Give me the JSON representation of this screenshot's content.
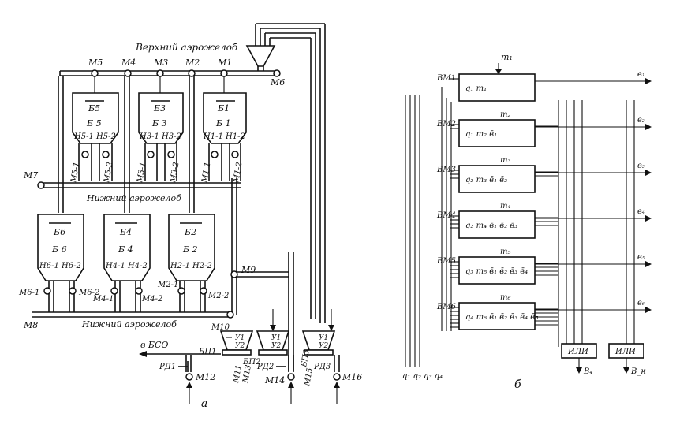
{
  "left_diagram": {
    "upper_trough": "Верхний аэрожелоб",
    "lower_trough_mid": "Нижний  аэрожелоб",
    "lower_trough_bottom": "Нижний  аэрожелоб",
    "to_bso": "в БСО",
    "caption": "а",
    "motors_top": [
      "М5",
      "М4",
      "М3",
      "М2",
      "М1"
    ],
    "motor_m6": "М6",
    "motor_m7": "М7",
    "motor_m8": "М8",
    "motor_m9": "М9",
    "motor_m10": "М10",
    "motor_m11": "М11",
    "motor_m13": "М13",
    "motor_m12": "М12",
    "motor_m14": "М14",
    "motor_m15": "М15",
    "motor_m16": "М16",
    "upper_bins": [
      {
        "top": "Б5",
        "mid": "Б 5",
        "valves": "Н5-1 Н5-2",
        "pipe1": "М5-1",
        "pipe2": "М5-2"
      },
      {
        "top": "Б3",
        "mid": "Б 3",
        "valves": "Н3-1 Н3-2",
        "pipe1": "М3-1",
        "pipe2": "М3-2"
      },
      {
        "top": "Б1",
        "mid": "Б 1",
        "valves": "Н1-1 Н1-2",
        "pipe1": "М1-1",
        "pipe2": "М1-2"
      }
    ],
    "lower_bins": [
      {
        "top": "Б6",
        "mid": "Б 6",
        "valves": "Н6-1 Н6-2",
        "m_left": "М6-1",
        "m_right": "М6-2"
      },
      {
        "top": "Б4",
        "mid": "Б 4",
        "valves": "Н4-1 Н4-2",
        "m_left": "М4-1",
        "m_right": "М4-2"
      },
      {
        "top": "Б2",
        "mid": "Б 2",
        "valves": "Н2-1 Н2-2",
        "m_left": "М2-1",
        "m_right": "М2-2"
      }
    ],
    "dosers": [
      {
        "name": "БП1",
        "u1": "У1",
        "u2": "У2",
        "rd": "РД1"
      },
      {
        "name": "БП2",
        "u1": "У1",
        "u2": "У2",
        "rd": "РД2"
      },
      {
        "name": "БП3",
        "u1": "У1",
        "u2": "У2",
        "rd": "РД3"
      }
    ]
  },
  "right_diagram": {
    "caption": "б",
    "input_top": "m₁",
    "inputs_bottom": "q₁ q₂ q₃ q₄",
    "blocks": [
      {
        "label": "ВМ1",
        "formula": "q₁ m₁",
        "m_in": "m₁",
        "b_out": "в₁"
      },
      {
        "label": "ВМ2",
        "formula": "q₁ m₂ в̄₁",
        "m_in": "m₂",
        "b_out": "в₂"
      },
      {
        "label": "ВМ3",
        "formula": "q₂ m₃ в̄₁ в̄₂",
        "m_in": "m₃",
        "b_out": "в₃"
      },
      {
        "label": "ВМ4",
        "formula": "q₂ m₄ в̄₁ в̄₂ в̄₃",
        "m_in": "m₄",
        "b_out": "в₄"
      },
      {
        "label": "ВМ5",
        "formula": "q₃ m₅ в̄₁ в̄₂ в̄₃ в̄₄",
        "m_in": "m₅",
        "b_out": "в₅"
      },
      {
        "label": "ВМ6",
        "formula": "q₄ m₆ в̄₁ в̄₂ в̄₃ в̄₄ в̄₅",
        "m_in": "m₆",
        "b_out": "в₆"
      }
    ],
    "or_gates": [
      {
        "label": "ИЛИ",
        "out": "В₄"
      },
      {
        "label": "ИЛИ",
        "out": "В_н"
      }
    ]
  }
}
